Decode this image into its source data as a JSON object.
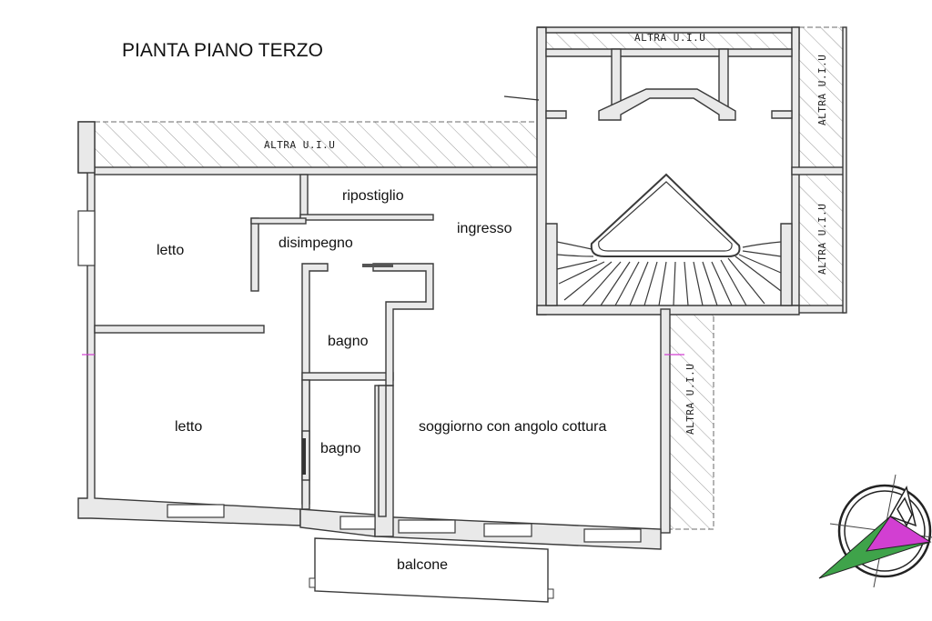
{
  "title": "PIANTA PIANO TERZO",
  "other_unit_label": "ALTRA U.I.U",
  "rooms": {
    "letto_1": "letto",
    "letto_2": "letto",
    "ripostiglio": "ripostiglio",
    "disimpegno": "disimpegno",
    "ingresso": "ingresso",
    "bagno_1": "bagno",
    "bagno_2": "bagno",
    "soggiorno": "soggiorno con angolo cottura",
    "balcone": "balcone"
  },
  "colors": {
    "wall_fill": "#e9e9e9",
    "line": "#3a3a3a",
    "compass_magenta": "#d23fd2",
    "compass_green": "#3fa34a"
  },
  "compass": {
    "icon": "north-arrow-icon"
  }
}
